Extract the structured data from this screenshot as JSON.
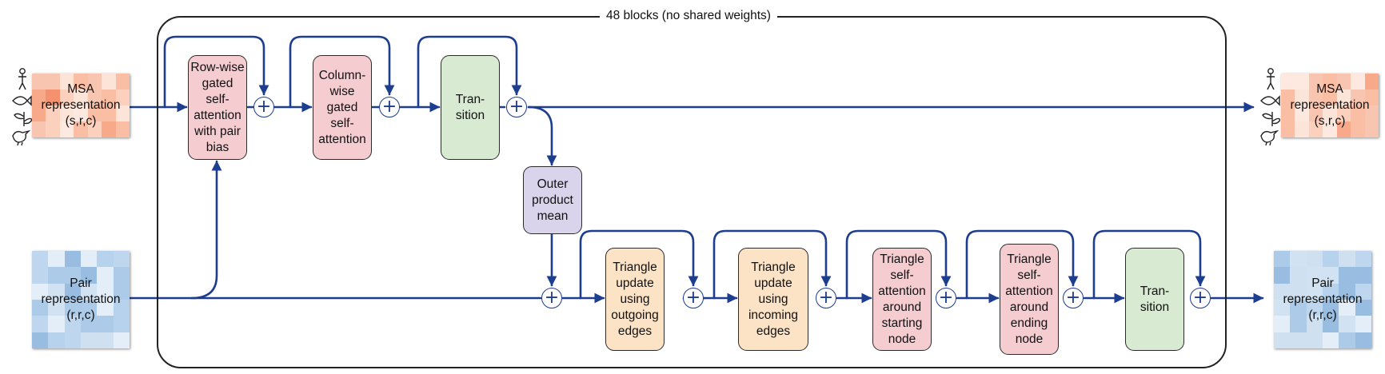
{
  "frame": {
    "title": "48 blocks (no shared weights)"
  },
  "msa_input": {
    "label": "MSA\nrepresentation\n(s,r,c)"
  },
  "msa_output": {
    "label": "MSA\nrepresentation\n(s,r,c)"
  },
  "pair_input": {
    "label": "Pair\nrepresentation\n(r,r,c)"
  },
  "pair_output": {
    "label": "Pair\nrepresentation\n(r,r,c)"
  },
  "msa_track": [
    {
      "label": "Row-wise\ngated\nself-\nattention\nwith pair\nbias"
    },
    {
      "label": "Column-\nwise\ngated\nself-\nattention"
    },
    {
      "label": "Tran-\nsition"
    }
  ],
  "outer_product": {
    "label": "Outer\nproduct\nmean"
  },
  "pair_track": [
    {
      "label": "Triangle\nupdate\nusing\noutgoing\nedges"
    },
    {
      "label": "Triangle\nupdate\nusing\nincoming\nedges"
    },
    {
      "label": "Triangle\nself-\nattention\naround\nstarting\nnode"
    },
    {
      "label": "Triangle\nself-\nattention\naround\nending\nnode"
    },
    {
      "label": "Tran-\nsition"
    }
  ],
  "plus_symbol": "+",
  "colors": {
    "arrow": "#1d3d8f",
    "attention": "#f5cdd0",
    "transition": "#d9ead3",
    "outer_product": "#d9d3ec",
    "triangle_update": "#fce3c6"
  }
}
